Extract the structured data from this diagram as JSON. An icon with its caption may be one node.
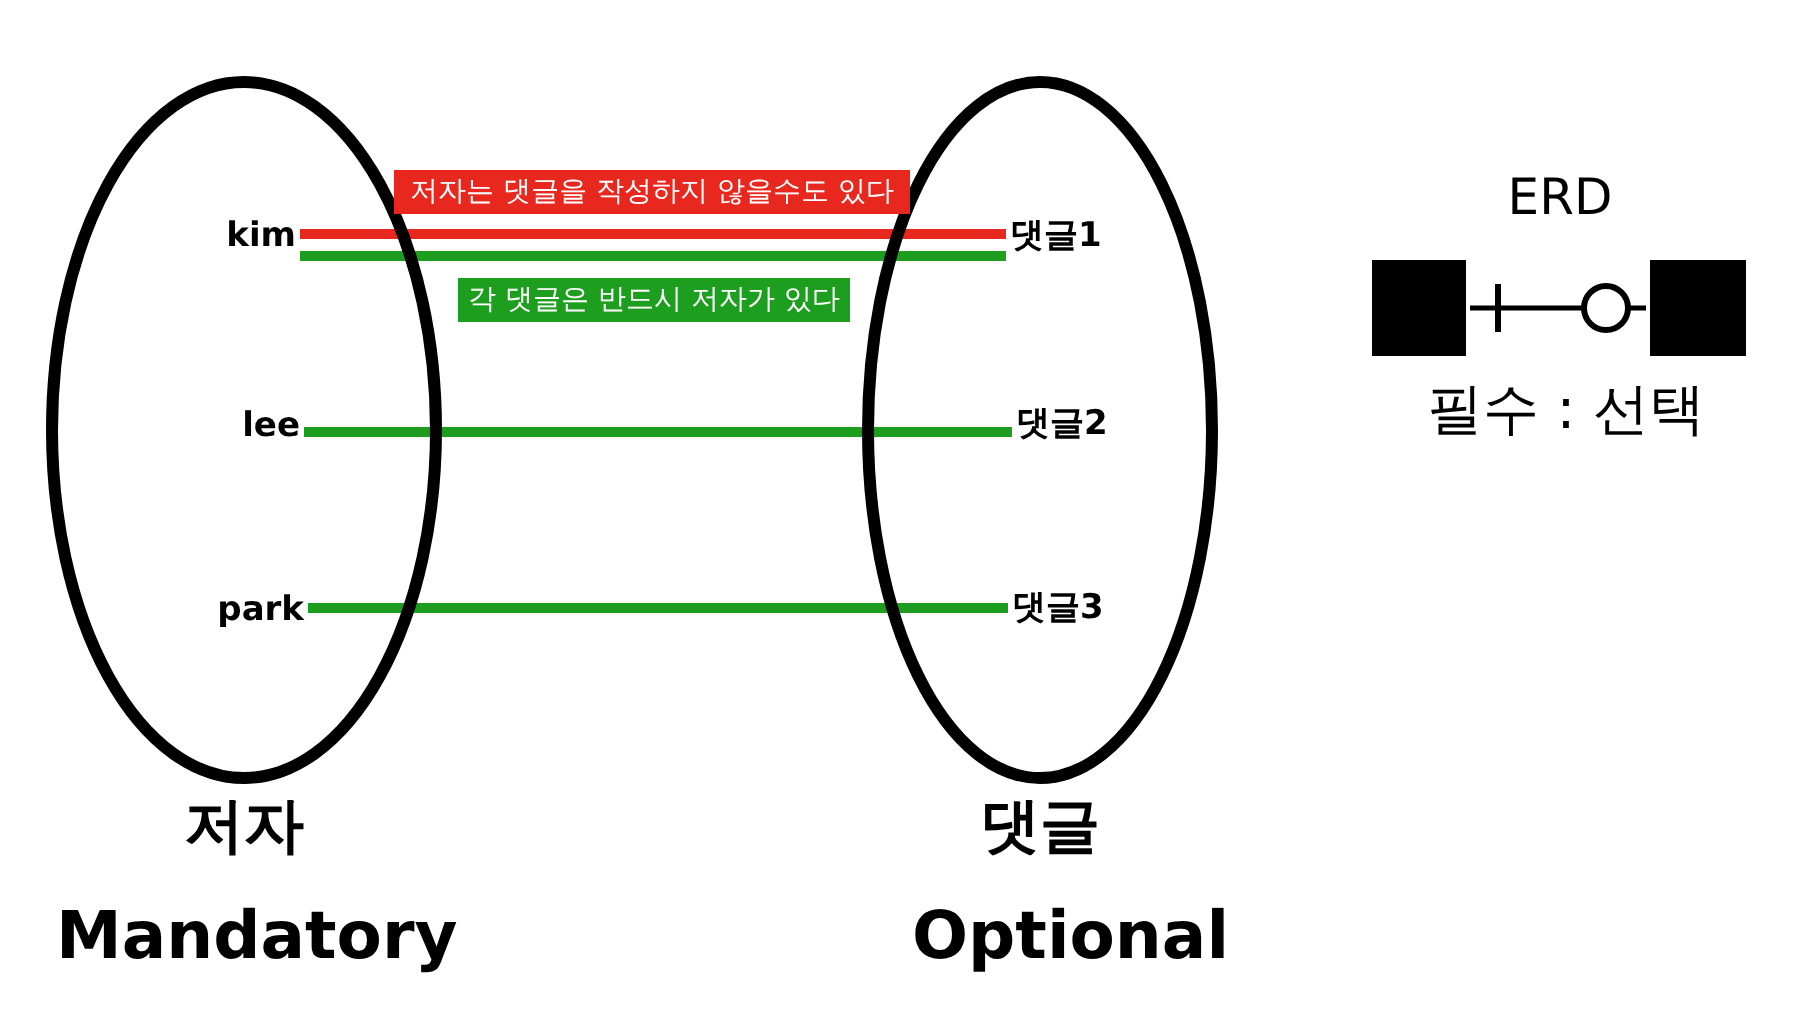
{
  "diagram": {
    "nodes": [
      {
        "text": [
          "저자"
        ],
        "beside": [
          "Mandatory"
        ]
      },
      {
        "text": [
          "kim"
        ],
        "in": 0
      },
      {
        "text": [
          "lee"
        ],
        "in": 0
      },
      {
        "text": [
          "park"
        ],
        "in": 0
      },
      {
        "text": [
          "댓글"
        ],
        "beside": [
          "Optional"
        ]
      },
      {
        "text": [
          "댓글1"
        ],
        "in": 4
      },
      {
        "text": [
          "댓글2"
        ],
        "in": 4
      },
      {
        "text": [
          "댓글3"
        ],
        "in": 4
      },
      {
        "text": [],
        "shape": "box"
      },
      {
        "text": [],
        "shape": "box"
      }
    ],
    "edges": [
      {
        "from": 1,
        "to": 5,
        "arrow": "none",
        "label": "저자는 댓글을 작성하지 않을수도 있다",
        "color": "#e8281e"
      },
      {
        "from": 1,
        "to": 5,
        "arrow": "none",
        "label": "각 댓글은 반드시 저자가 있다"
      },
      {
        "from": 2,
        "to": 6,
        "arrow": "none"
      },
      {
        "from": 3,
        "to": 7,
        "arrow": "none"
      },
      {
        "from": 8,
        "to": 9,
        "arrow": "other",
        "color": "#000000"
      }
    ],
    "labels": [
      "ERD",
      "필수 : 선택"
    ]
  }
}
